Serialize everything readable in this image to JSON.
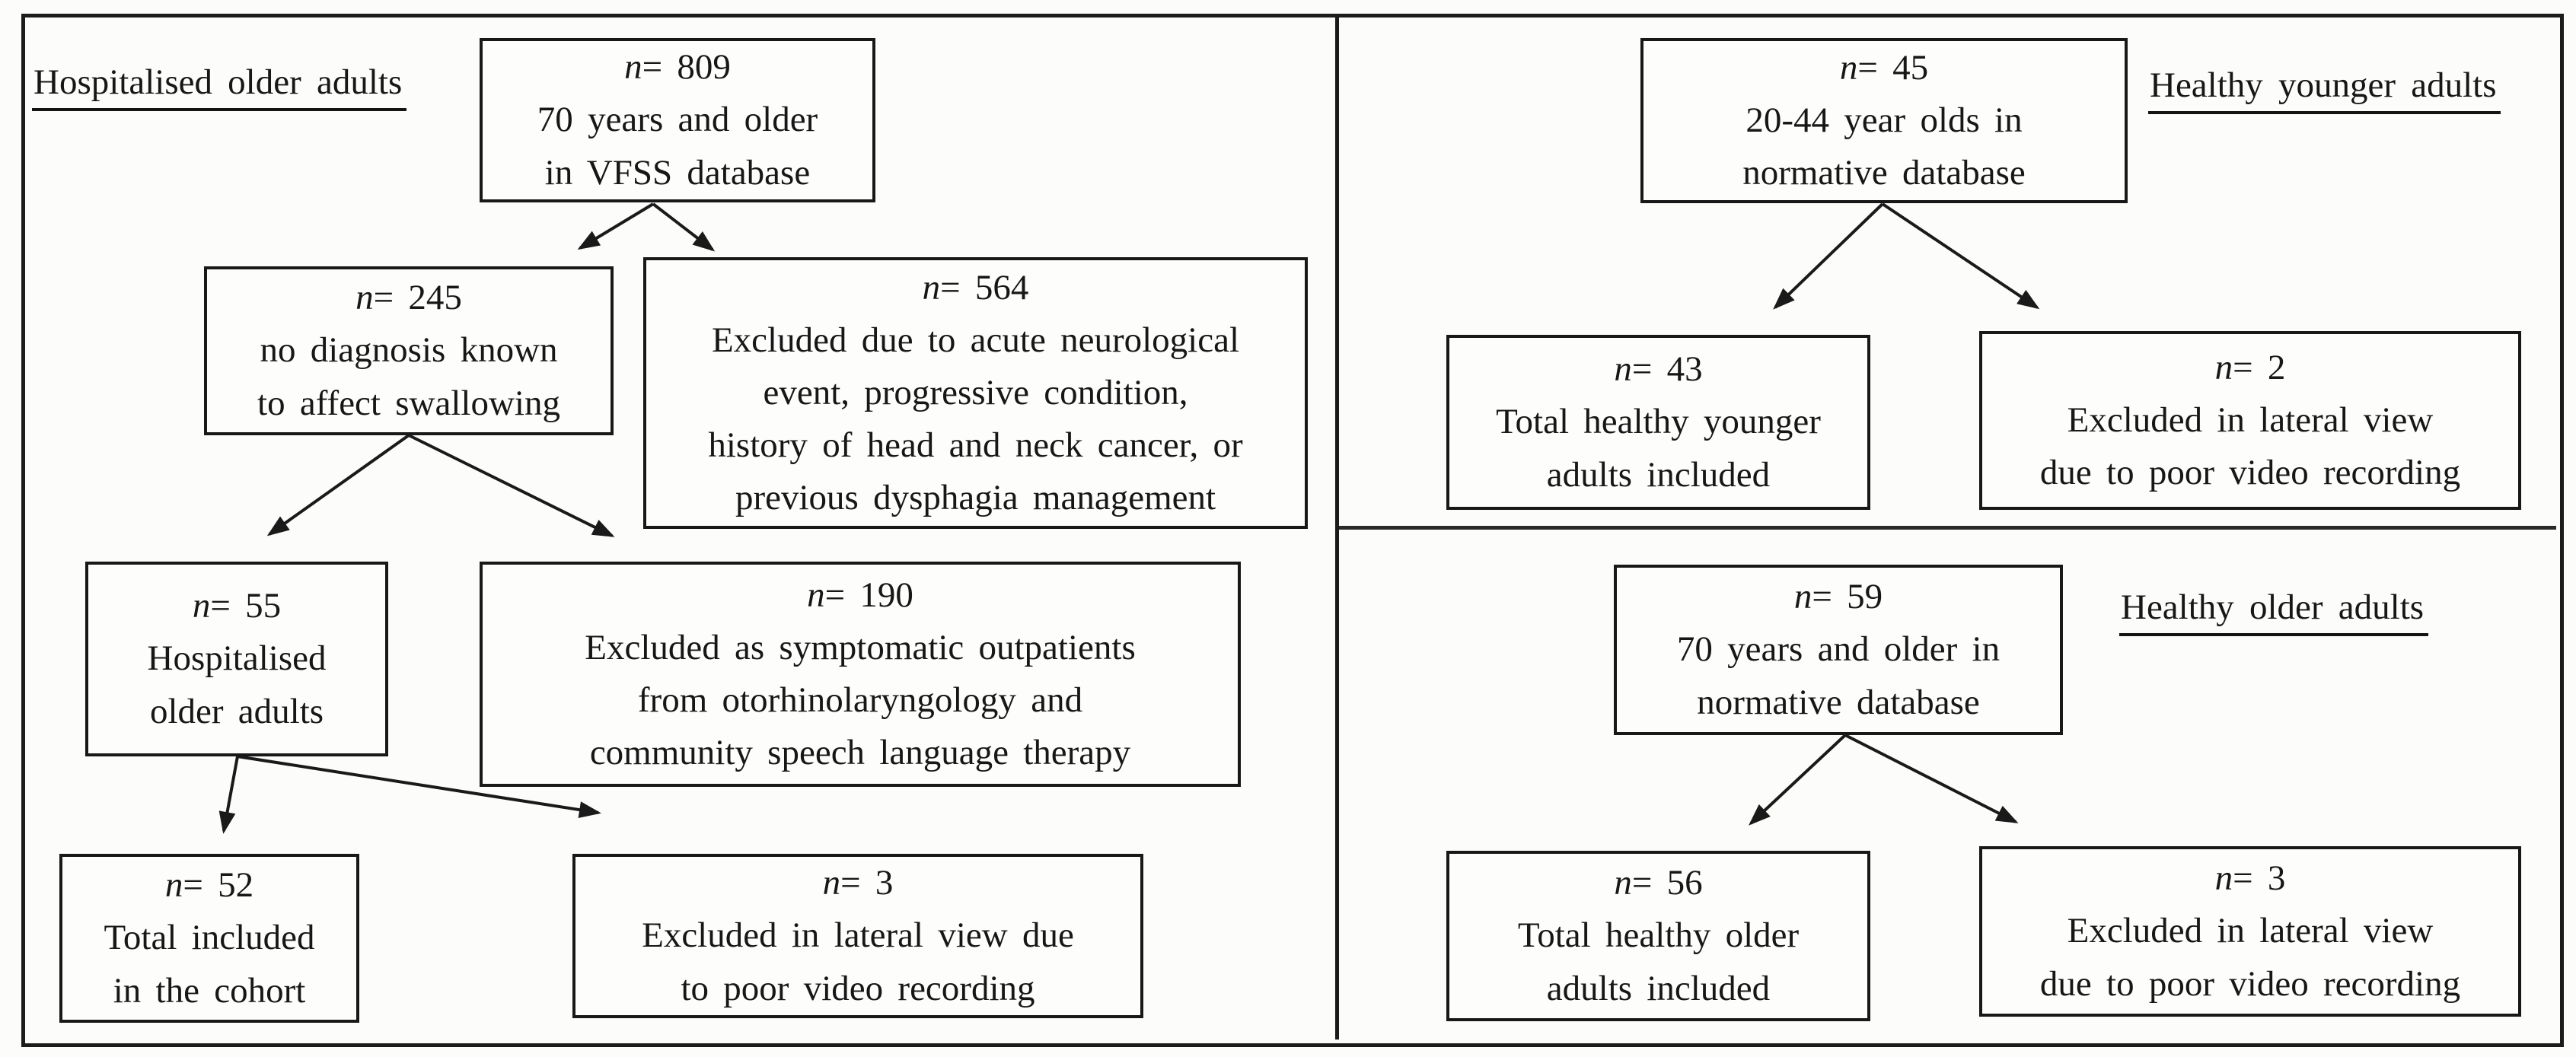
{
  "figure": {
    "type": "participant-flow-diagram",
    "n_symbol": "n"
  },
  "colors": {
    "line": "#1a1a1a",
    "background": "#fcfcfb",
    "box_background": "#fdfdfc",
    "text": "#171717"
  },
  "sections": {
    "hospitalised": {
      "label": "Hospitalised older adults",
      "boxes": {
        "root": {
          "n": "= 809",
          "lines": [
            "70 years and older",
            "in VFSS database"
          ]
        },
        "no_diagnosis": {
          "n": "= 245",
          "lines": [
            "no diagnosis known",
            "to affect swallowing"
          ]
        },
        "excluded_acute": {
          "n": "= 564",
          "lines": [
            "Excluded due to acute neurological",
            "event, progressive condition,",
            "history of head and neck cancer, or",
            "previous dysphagia management"
          ]
        },
        "hosp_older": {
          "n": "= 55",
          "lines": [
            "Hospitalised",
            "older adults"
          ]
        },
        "excluded_outpatients": {
          "n": "= 190",
          "lines": [
            "Excluded as symptomatic outpatients",
            "from otorhinolaryngology and",
            "community speech language therapy"
          ]
        },
        "total_cohort": {
          "n": "= 52",
          "lines": [
            "Total included",
            "in the cohort"
          ]
        },
        "excluded_lateral": {
          "n": "= 3",
          "lines": [
            "Excluded in lateral view due",
            "to poor video recording"
          ]
        }
      }
    },
    "healthy_younger": {
      "label": "Healthy younger adults",
      "boxes": {
        "root": {
          "n": "= 45",
          "lines": [
            "20-44 year olds in",
            "normative database"
          ]
        },
        "total": {
          "n": "= 43",
          "lines": [
            "Total healthy younger",
            "adults included"
          ]
        },
        "excluded_lateral": {
          "n": "= 2",
          "lines": [
            "Excluded in lateral view",
            "due to poor video recording"
          ]
        }
      }
    },
    "healthy_older": {
      "label": "Healthy older adults",
      "boxes": {
        "root": {
          "n": "= 59",
          "lines": [
            "70 years and older in",
            "normative database"
          ]
        },
        "total": {
          "n": "= 56",
          "lines": [
            "Total healthy older",
            "adults included"
          ]
        },
        "excluded_lateral": {
          "n": "= 3",
          "lines": [
            "Excluded in lateral view",
            "due to poor video recording"
          ]
        }
      }
    }
  }
}
